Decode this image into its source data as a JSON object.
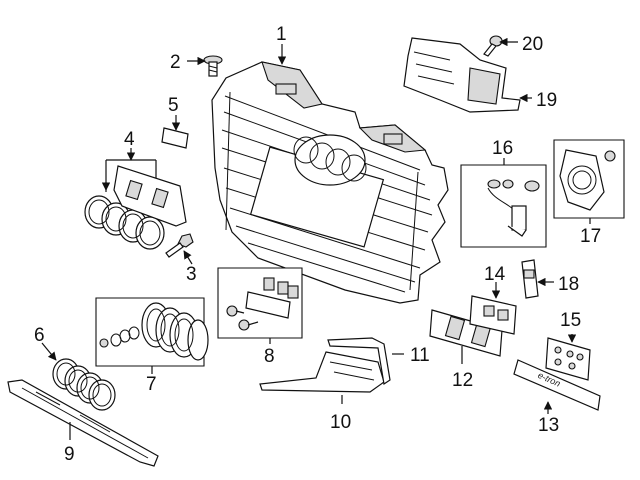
{
  "callouts": [
    "1",
    "2",
    "3",
    "4",
    "5",
    "6",
    "7",
    "8",
    "9",
    "10",
    "11",
    "12",
    "13",
    "14",
    "15",
    "16",
    "17",
    "18",
    "19",
    "20"
  ],
  "emblem_text": "e-tron"
}
